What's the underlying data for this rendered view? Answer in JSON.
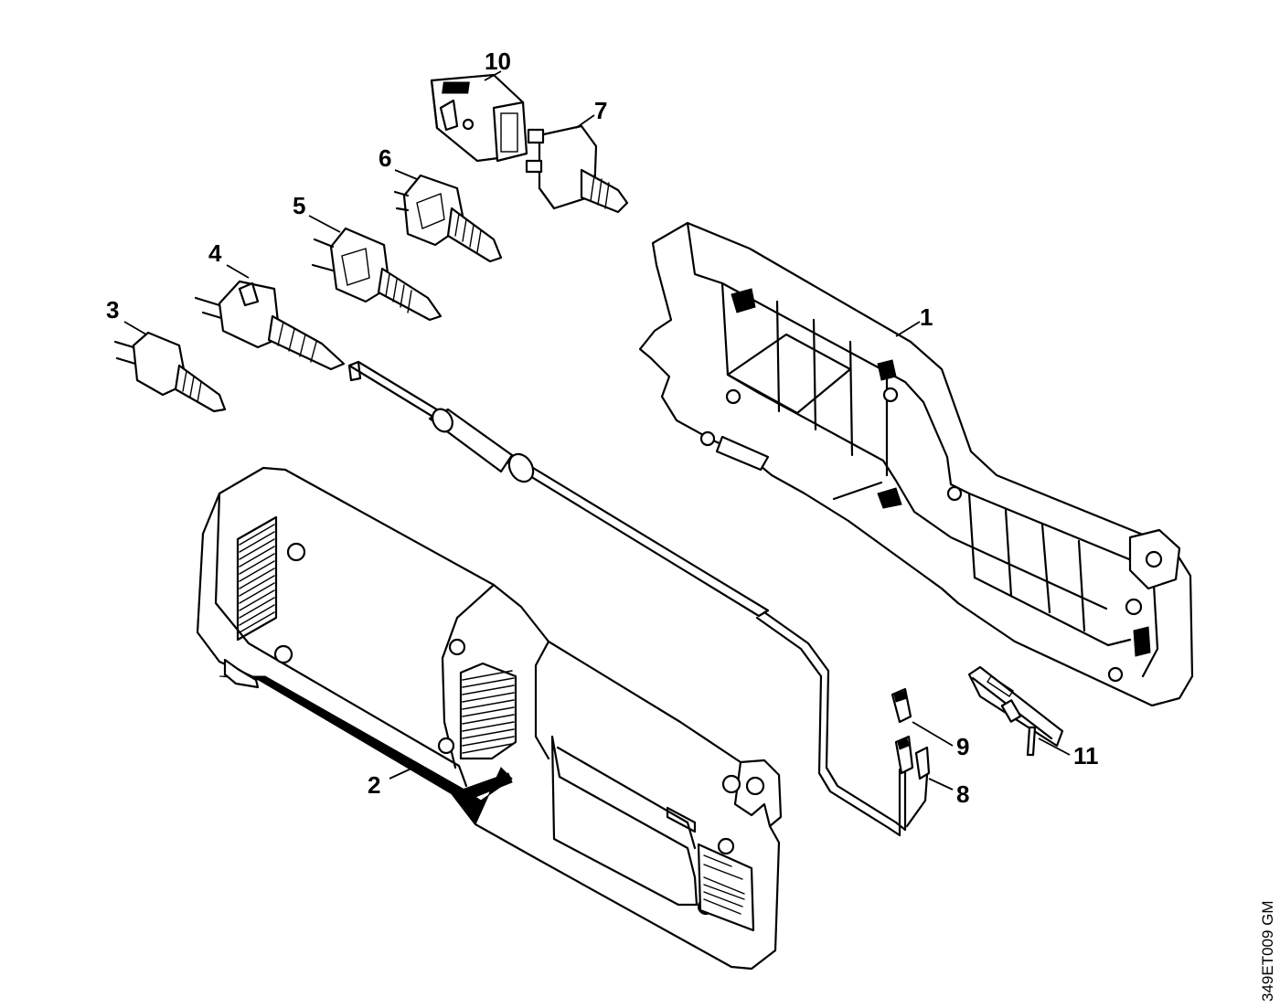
{
  "callouts": [
    {
      "id": "1",
      "label": "1"
    },
    {
      "id": "2",
      "label": "2"
    },
    {
      "id": "3",
      "label": "3"
    },
    {
      "id": "4",
      "label": "4"
    },
    {
      "id": "5",
      "label": "5"
    },
    {
      "id": "6",
      "label": "6"
    },
    {
      "id": "7",
      "label": "7"
    },
    {
      "id": "8",
      "label": "8"
    },
    {
      "id": "9",
      "label": "9"
    },
    {
      "id": "10",
      "label": "10"
    },
    {
      "id": "11",
      "label": "11"
    }
  ],
  "reference_code": "349ET009 GM"
}
